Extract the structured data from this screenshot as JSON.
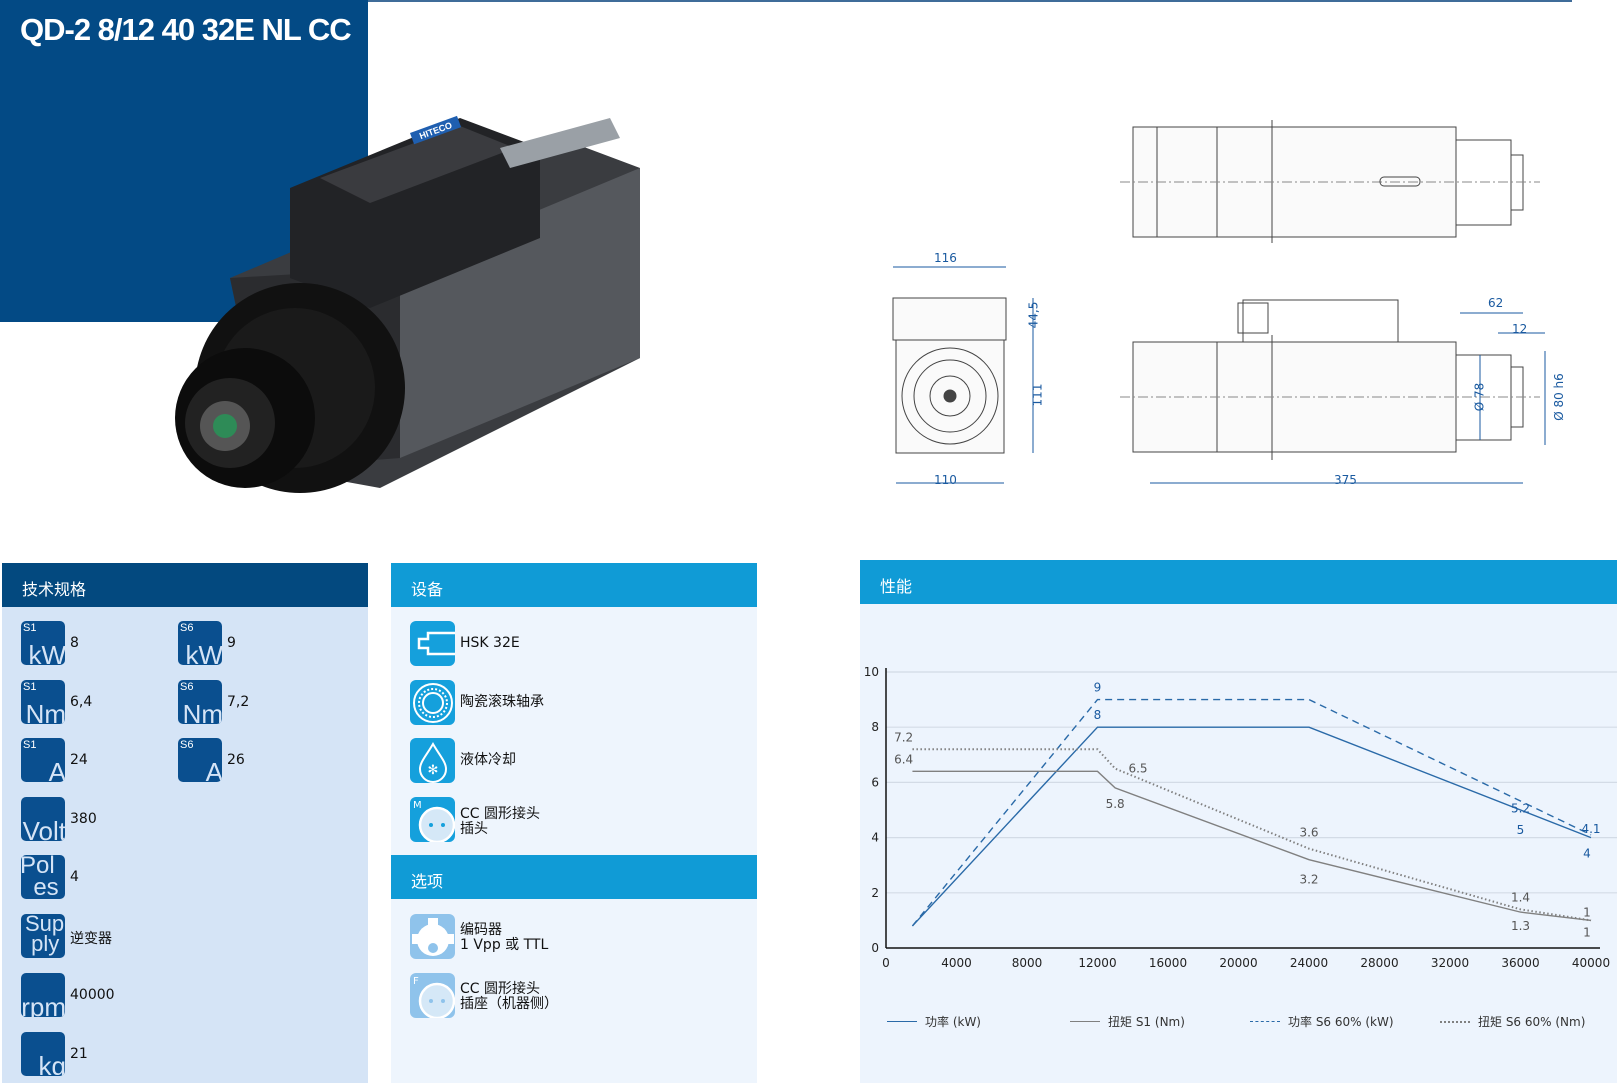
{
  "title": "QD-2 8/12 40 32E NL CC",
  "product_photo_label": "HITECO",
  "drawing": {
    "dims": {
      "width_top": "116",
      "height_cover": "44,5",
      "height": "111",
      "width_bottom": "110",
      "length": "375",
      "nose_length": "62",
      "nose_step": "12",
      "dia_78": "Ø 78",
      "dia_80": "Ø 80 h6"
    }
  },
  "spec": {
    "header": "技术规格",
    "items": [
      {
        "sup": "S1",
        "unit": "kW",
        "value": "8"
      },
      {
        "sup": "S6",
        "unit": "kW",
        "value": "9"
      },
      {
        "sup": "S1",
        "unit": "Nm",
        "value": "6,4"
      },
      {
        "sup": "S6",
        "unit": "Nm",
        "value": "7,2"
      },
      {
        "sup": "S1",
        "unit": "A",
        "value": "24"
      },
      {
        "sup": "S6",
        "unit": "A",
        "value": "26"
      },
      {
        "sup": "",
        "unit": "Volt",
        "value": "380"
      },
      {
        "sup": "",
        "unit": "Poles",
        "value": "4"
      },
      {
        "sup": "",
        "unit": "Supply",
        "value": "逆变器"
      },
      {
        "sup": "",
        "unit": "rpm",
        "value": "40000"
      },
      {
        "sup": "",
        "unit": "kg",
        "value": "21"
      }
    ]
  },
  "equipment": {
    "header": "设备",
    "items": [
      {
        "icon": "tool-holder-icon",
        "line1": "HSK 32E",
        "line2": ""
      },
      {
        "icon": "bearing-icon",
        "line1": "陶瓷滚珠轴承",
        "line2": ""
      },
      {
        "icon": "liquid-cooling-icon",
        "line1": "液体冷却",
        "line2": ""
      },
      {
        "icon": "connector-plug-icon",
        "badge": "M",
        "line1": "CC 圆形接头",
        "line2": "插头"
      }
    ]
  },
  "options": {
    "header": "选项",
    "items": [
      {
        "icon": "encoder-gear-icon",
        "line1": "编码器",
        "line2": "1 Vpp 或 TTL"
      },
      {
        "icon": "connector-socket-icon",
        "badge": "F",
        "line1": "CC 圆形接头",
        "line2": "插座（机器侧）"
      }
    ]
  },
  "performance": {
    "header": "性能"
  },
  "chart_data": {
    "type": "line",
    "title": "",
    "xlabel": "",
    "ylabel": "",
    "xlim": [
      0,
      40000
    ],
    "ylim": [
      0,
      10
    ],
    "xticks": [
      "0",
      "4000",
      "8000",
      "12000",
      "16000",
      "20000",
      "24000",
      "28000",
      "32000",
      "36000",
      "40000"
    ],
    "yticks": [
      "0",
      "2",
      "4",
      "6",
      "8",
      "10"
    ],
    "grid": true,
    "legend_position": "bottom",
    "series": [
      {
        "name": "功率 (kW)",
        "style": "solid",
        "color": "#2a6aa8",
        "x": [
          1500,
          12000,
          24000,
          40000
        ],
        "y": [
          0.8,
          8,
          8,
          4
        ]
      },
      {
        "name": "扭矩 S1 (Nm)",
        "style": "solid",
        "color": "#808080",
        "x": [
          1500,
          12000,
          13000,
          24000,
          36000,
          40000
        ],
        "y": [
          6.4,
          6.4,
          5.8,
          3.2,
          1.3,
          1
        ]
      },
      {
        "name": "功率 S6 60% (kW)",
        "style": "dashed",
        "color": "#2a6aa8",
        "x": [
          1500,
          12000,
          24000,
          40000
        ],
        "y": [
          0.8,
          9,
          9,
          4.1
        ]
      },
      {
        "name": "扭矩 S6 60% (Nm)",
        "style": "dotted",
        "color": "#808080",
        "x": [
          1500,
          12000,
          13000,
          24000,
          36000,
          40000
        ],
        "y": [
          7.2,
          7.2,
          6.5,
          3.6,
          1.4,
          1
        ]
      }
    ],
    "annotations": [
      {
        "text": "9",
        "x": 12000,
        "y": 9,
        "color": "#1a5aa0",
        "dx": 0,
        "dy": -8
      },
      {
        "text": "8",
        "x": 12000,
        "y": 8,
        "color": "#1a5aa0",
        "dx": 0,
        "dy": -8
      },
      {
        "text": "7.2",
        "x": 1000,
        "y": 7.2,
        "color": "#555",
        "dx": 0,
        "dy": -8
      },
      {
        "text": "6.4",
        "x": 1000,
        "y": 6.4,
        "color": "#555",
        "dx": 0,
        "dy": -8
      },
      {
        "text": "6.5",
        "x": 14300,
        "y": 6.5,
        "color": "#555",
        "dx": 0,
        "dy": 4
      },
      {
        "text": "5.8",
        "x": 13000,
        "y": 5.8,
        "color": "#555",
        "dx": 0,
        "dy": 20
      },
      {
        "text": "3.6",
        "x": 24000,
        "y": 3.6,
        "color": "#555",
        "dx": 0,
        "dy": -12
      },
      {
        "text": "3.2",
        "x": 24000,
        "y": 3.2,
        "color": "#555",
        "dx": 0,
        "dy": 24
      },
      {
        "text": "5.2",
        "x": 36000,
        "y": 5.2,
        "color": "#1a5aa0",
        "dx": 0,
        "dy": 8
      },
      {
        "text": "5",
        "x": 36000,
        "y": 5,
        "color": "#1a5aa0",
        "dx": 0,
        "dy": 24
      },
      {
        "text": "4.1",
        "x": 40000,
        "y": 4.1,
        "color": "#1a5aa0",
        "dx": 0,
        "dy": -2
      },
      {
        "text": "4",
        "x": 40000,
        "y": 4,
        "color": "#1a5aa0",
        "dx": -4,
        "dy": 20
      },
      {
        "text": "1.4",
        "x": 36000,
        "y": 1.4,
        "color": "#555",
        "dx": 0,
        "dy": -8
      },
      {
        "text": "1.3",
        "x": 36000,
        "y": 1.3,
        "color": "#555",
        "dx": 0,
        "dy": 18
      },
      {
        "text": "1",
        "x": 40000,
        "y": 1,
        "color": "#555",
        "dx": -4,
        "dy": -4
      },
      {
        "text": "1",
        "x": 40000,
        "y": 1,
        "color": "#555",
        "dx": -4,
        "dy": 16
      }
    ]
  }
}
